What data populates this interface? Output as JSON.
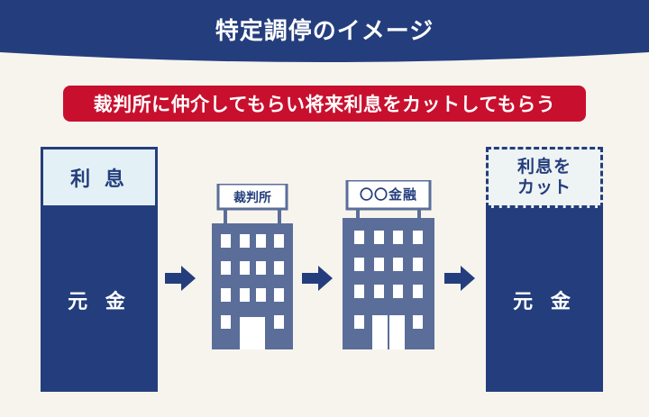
{
  "title": "特定調停のイメージ",
  "banner": "裁判所に仲介してもらい将来利息をカットしてもらう",
  "left_column": {
    "interest": "利 息",
    "principal": "元 金"
  },
  "court": {
    "sign": "裁判所"
  },
  "finance": {
    "sign_circles": "〇〇",
    "sign_text": "金融"
  },
  "right_column": {
    "interest_line1": "利息を",
    "interest_line2": "カット",
    "principal": "元 金"
  },
  "colors": {
    "navy": "#243e7d",
    "red": "#c8102e",
    "building": "#5a6e99",
    "light": "#e3f1f6",
    "background": "#f7f4ee"
  },
  "icons": [
    "arrow-right-icon",
    "court-building-icon",
    "finance-building-icon"
  ]
}
